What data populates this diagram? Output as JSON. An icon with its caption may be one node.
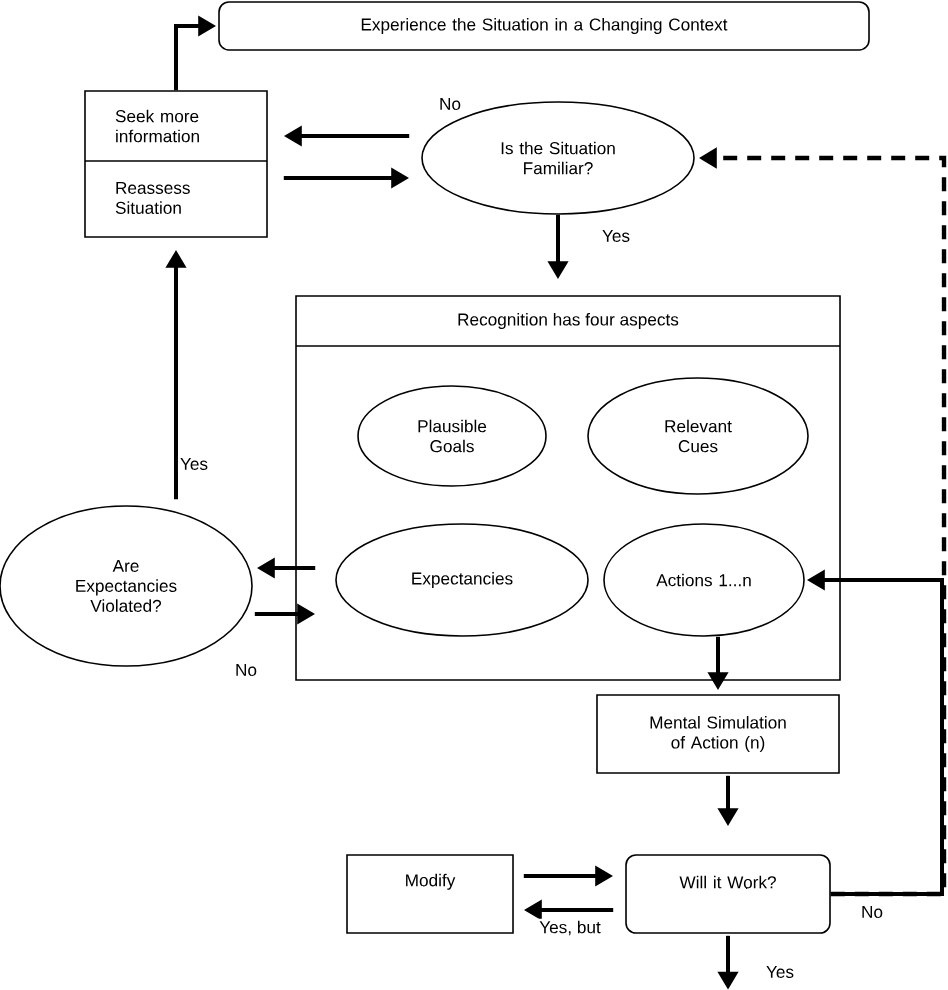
{
  "diagram": {
    "nodes": [
      {
        "text": [
          "Experience the Situation in a Changing Context"
        ]
      },
      {
        "text": [
          "Seek more information",
          "Reassess Situation"
        ]
      },
      {
        "text": [
          "Is the Situation Familiar?"
        ]
      },
      {
        "text": [
          "Recognition has four aspects"
        ]
      },
      {
        "text": [
          "Plausible Goals"
        ],
        "in": 3
      },
      {
        "text": [
          "Relevant Cues"
        ],
        "in": 3
      },
      {
        "text": [
          "Expectancies"
        ],
        "in": 3
      },
      {
        "text": [
          "Actions 1...n"
        ],
        "in": 3
      },
      {
        "text": [
          "Are Expectancies Violated?"
        ]
      },
      {
        "text": [
          "Mental Simulation of Action (n)"
        ]
      },
      {
        "text": [
          "Modify"
        ]
      },
      {
        "text": [
          "Will it Work?"
        ]
      }
    ],
    "edges": [
      {
        "from": 1,
        "to": 0,
        "arrow": "to"
      },
      {
        "from": 2,
        "to": 1,
        "arrow": "to",
        "label": "No"
      },
      {
        "from": 1,
        "to": 2,
        "arrow": "to"
      },
      {
        "from": 2,
        "to": 3,
        "arrow": "to",
        "label": "Yes"
      },
      {
        "from": 11,
        "to": 2,
        "arrow": "to",
        "style": "dashed"
      },
      {
        "from": 11,
        "to": 7,
        "arrow": "to",
        "label": "No"
      },
      {
        "from": 3,
        "to": 8,
        "arrow": "to"
      },
      {
        "from": 8,
        "to": 3,
        "arrow": "to",
        "label": "No"
      },
      {
        "from": 8,
        "to": 1,
        "arrow": "to",
        "label": "Yes"
      },
      {
        "from": 7,
        "to": 9,
        "arrow": "to"
      },
      {
        "from": 9,
        "to": 11,
        "arrow": "to"
      },
      {
        "from": 10,
        "to": 11,
        "arrow": "to"
      },
      {
        "from": 11,
        "to": 10,
        "arrow": "to",
        "label": "Yes, but"
      },
      {
        "from": 11,
        "to": null,
        "arrow": "to",
        "label": "Yes"
      }
    ]
  }
}
